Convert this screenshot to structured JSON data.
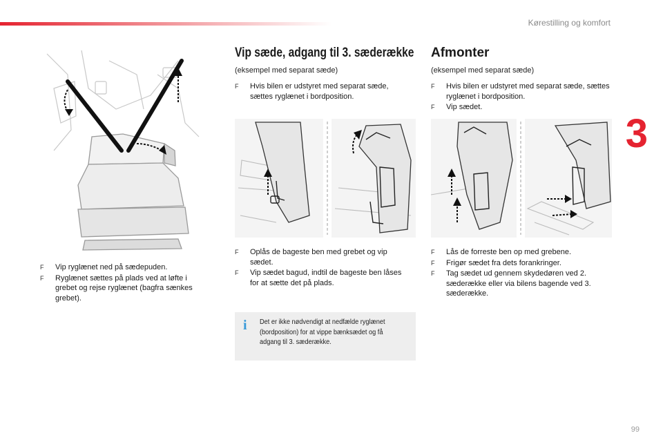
{
  "header": {
    "chapter_title": "Kørestilling og komfort",
    "chapter_number": "3",
    "page_number": "99",
    "accent_color": "#e52330"
  },
  "left_column": {
    "instructions": [
      "Vip ryglænet ned på sædepuden.",
      "Ryglænet sættes på plads ved at løfte i grebet og rejse ryglænet (bagfra sænkes grebet)."
    ]
  },
  "middle_column": {
    "title": "Vip sæde, adgang til 3. sæderække",
    "subtitle": "(eksempel med separat sæde)",
    "instructions_top": [
      "Hvis bilen er udstyret med separat sæde, sættes ryglænet i bordposition."
    ],
    "instructions_bottom": [
      "Oplås de bageste ben med grebet og vip sædet.",
      "Vip sædet bagud, indtil de bageste ben låses for at sætte det på plads."
    ],
    "note": "Det er ikke nødvendigt at nedfælde ryglænet (bordposition) for at vippe bænksædet og få adgang til 3. sæderække."
  },
  "right_column": {
    "title": "Afmonter",
    "subtitle": "(eksempel med separat sæde)",
    "instructions_top": [
      "Hvis bilen er udstyret med separat sæde, sættes ryglænet i bordposition.",
      "Vip sædet."
    ],
    "instructions_bottom": [
      "Lås de forreste ben op med grebene.",
      "Frigør sædet fra dets forankringer.",
      "Tag sædet ud gennem skydedøren ved 2. sæderække eller via bilens bagende ved 3. sæderække."
    ]
  },
  "bullet_glyph": "F",
  "icons": {
    "info": "i"
  }
}
